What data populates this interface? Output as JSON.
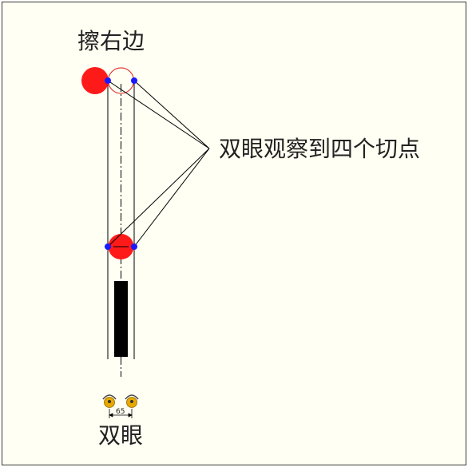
{
  "labels": {
    "top": "擦右边",
    "callout": "双眼观察到四个切点",
    "bottom": "双眼",
    "dimension": "65"
  },
  "colors": {
    "background": "#fffff3",
    "ball": "#ff1a1a",
    "tangent_point": "#1a1aff",
    "eye": "#e8a800",
    "line": "#000000",
    "cue": "#000000"
  },
  "icons": {
    "left_eye": "eye-icon",
    "right_eye": "eye-icon"
  }
}
